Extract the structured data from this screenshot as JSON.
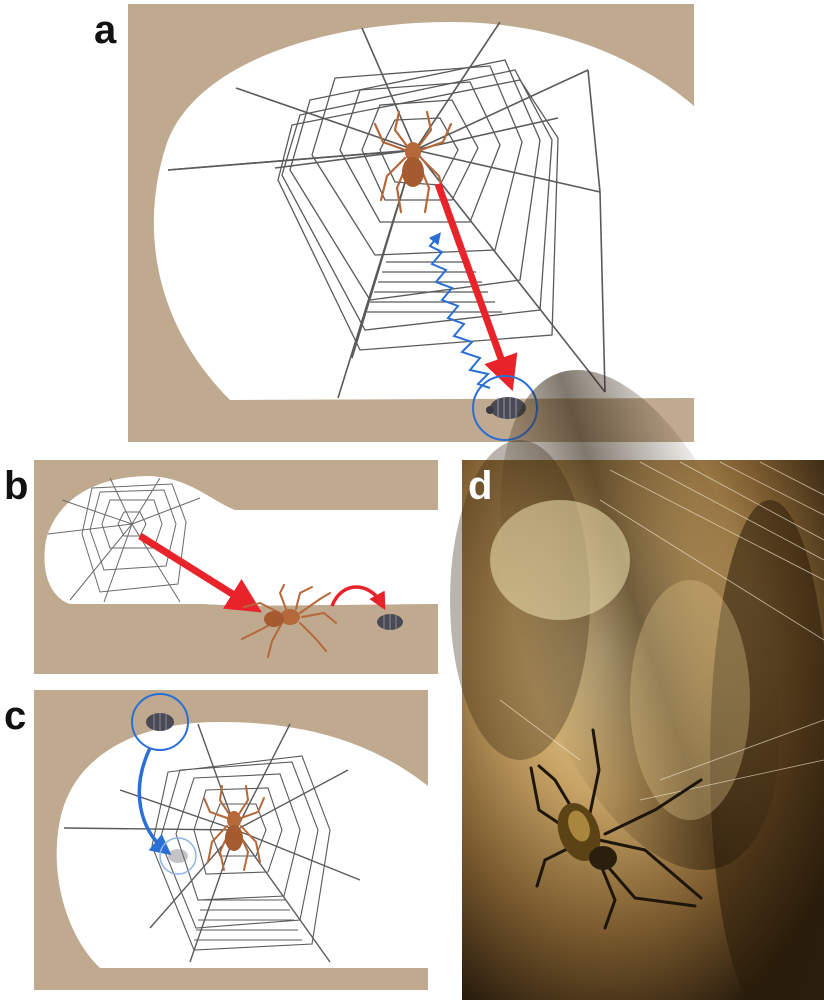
{
  "panels": {
    "a": {
      "label": "a"
    },
    "b": {
      "label": "b"
    },
    "c": {
      "label": "c"
    },
    "d": {
      "label": "d"
    }
  },
  "colors": {
    "rock": "#bfa98f",
    "web": "#5a5a5a",
    "spider": "#b5683a",
    "prey": "#4a4a55",
    "red_arrow": "#e8232a",
    "blue_arrow": "#2a6fd6"
  },
  "icons": [
    "spider-icon",
    "woodlouse-icon",
    "web-icon"
  ]
}
